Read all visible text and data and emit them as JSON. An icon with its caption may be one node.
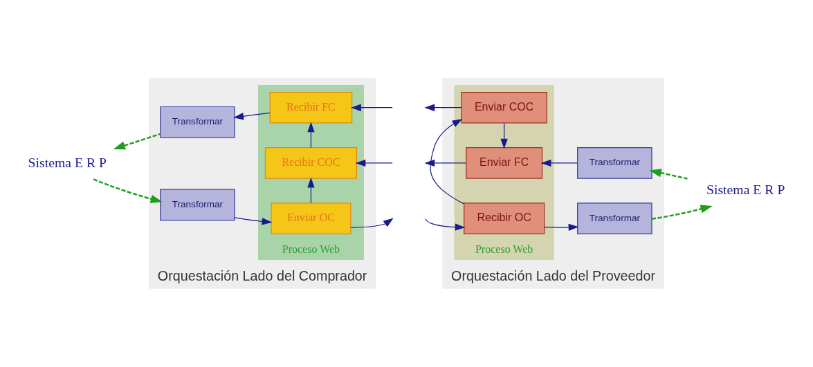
{
  "diagram": {
    "nodes": [
      {
        "text": [
          "Orquestación Lado del Comprador"
        ]
      },
      {
        "text": [
          "Proceso Web"
        ],
        "in": 0
      },
      {
        "text": [
          "Transformar"
        ],
        "in": 0
      },
      {
        "text": [
          "Enviar OC"
        ],
        "in": 1
      },
      {
        "text": [
          "Recibir COC"
        ],
        "in": 1
      },
      {
        "text": [
          "Recibir FC"
        ],
        "in": 1
      },
      {
        "text": [
          "Transformar"
        ],
        "in": 0
      },
      {
        "text": [
          "Orquestación Lado del Proveedor"
        ]
      },
      {
        "text": [
          "Proceso Web"
        ],
        "in": 7
      },
      {
        "text": [
          "Recibir OC"
        ],
        "in": 8
      },
      {
        "text": [
          "Transformar"
        ],
        "in": 7
      },
      {
        "text": [
          "Enviar COC"
        ],
        "in": 8
      },
      {
        "text": [
          "Enviar FC"
        ],
        "in": 8
      },
      {
        "text": [
          "Transformar"
        ],
        "in": 7
      },
      {
        "text": [
          "Sistema E R P"
        ]
      },
      {
        "text": [
          "Sistema E R P"
        ]
      }
    ],
    "edges": [
      {
        "from": 14,
        "to": 2,
        "arrow": "to",
        "style": "dashed",
        "color": "#1e9e1e"
      },
      {
        "from": 2,
        "to": 3,
        "arrow": "to"
      },
      {
        "from": 3,
        "to": null,
        "arrow": "to"
      },
      {
        "from": null,
        "to": 9,
        "arrow": "to"
      },
      {
        "from": 9,
        "to": 10,
        "arrow": "to"
      },
      {
        "from": 10,
        "to": 15,
        "arrow": "to",
        "style": "dashed",
        "color": "#1e9e1e"
      },
      {
        "from": 3,
        "to": 4,
        "arrow": "to"
      },
      {
        "from": 9,
        "to": 11,
        "arrow": "to"
      },
      {
        "from": null,
        "to": 4,
        "arrow": "to"
      },
      {
        "from": 11,
        "to": null,
        "arrow": "to"
      },
      {
        "from": 4,
        "to": 5,
        "arrow": "to"
      },
      {
        "from": 11,
        "to": 12,
        "arrow": "to"
      },
      {
        "from": null,
        "to": 5,
        "arrow": "to"
      },
      {
        "from": 12,
        "to": null,
        "arrow": "to"
      },
      {
        "from": 13,
        "to": 12,
        "arrow": "to"
      },
      {
        "from": 15,
        "to": 13,
        "arrow": "to",
        "style": "dashed",
        "color": "#1e9e1e"
      },
      {
        "from": 5,
        "to": 6,
        "arrow": "to"
      },
      {
        "from": 6,
        "to": 14,
        "arrow": "to",
        "style": "dashed",
        "color": "#1e9e1e"
      }
    ]
  }
}
